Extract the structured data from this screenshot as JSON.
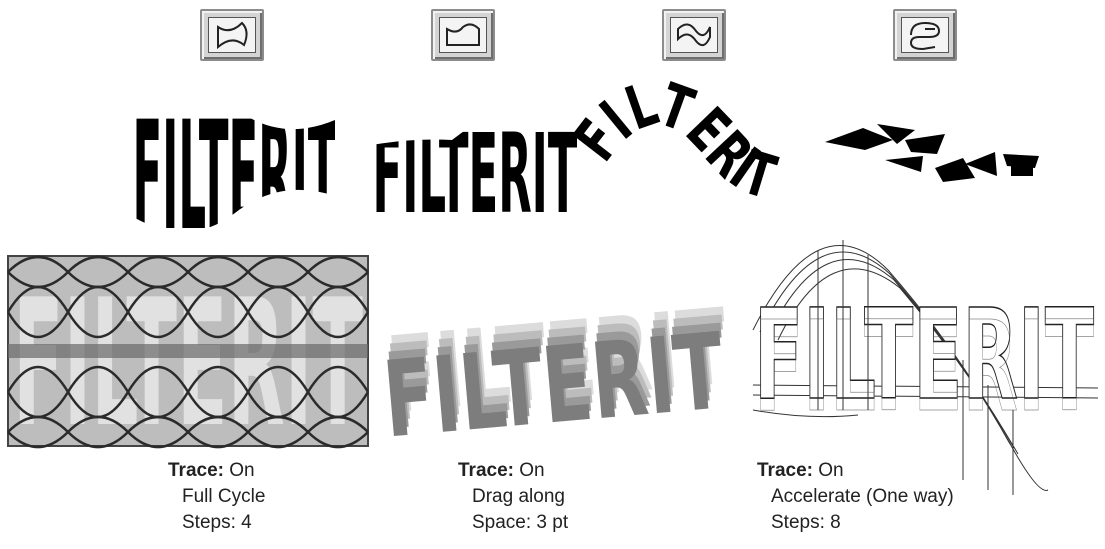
{
  "modes": [
    {
      "icon": "bulge-envelope-icon"
    },
    {
      "icon": "arch-envelope-icon"
    },
    {
      "icon": "wave-envelope-icon"
    },
    {
      "icon": "spiral-envelope-icon"
    }
  ],
  "word": "FILTERIT",
  "captions": [
    {
      "trace_label": "Trace:",
      "trace_value": "On",
      "mode": "Full Cycle",
      "param": "Steps: 4"
    },
    {
      "trace_label": "Trace:",
      "trace_value": "On",
      "mode": "Drag along",
      "param": "Space: 3 pt"
    },
    {
      "trace_label": "Trace:",
      "trace_value": "On",
      "mode": "Accelerate (One way)",
      "param": "Steps: 8"
    }
  ]
}
